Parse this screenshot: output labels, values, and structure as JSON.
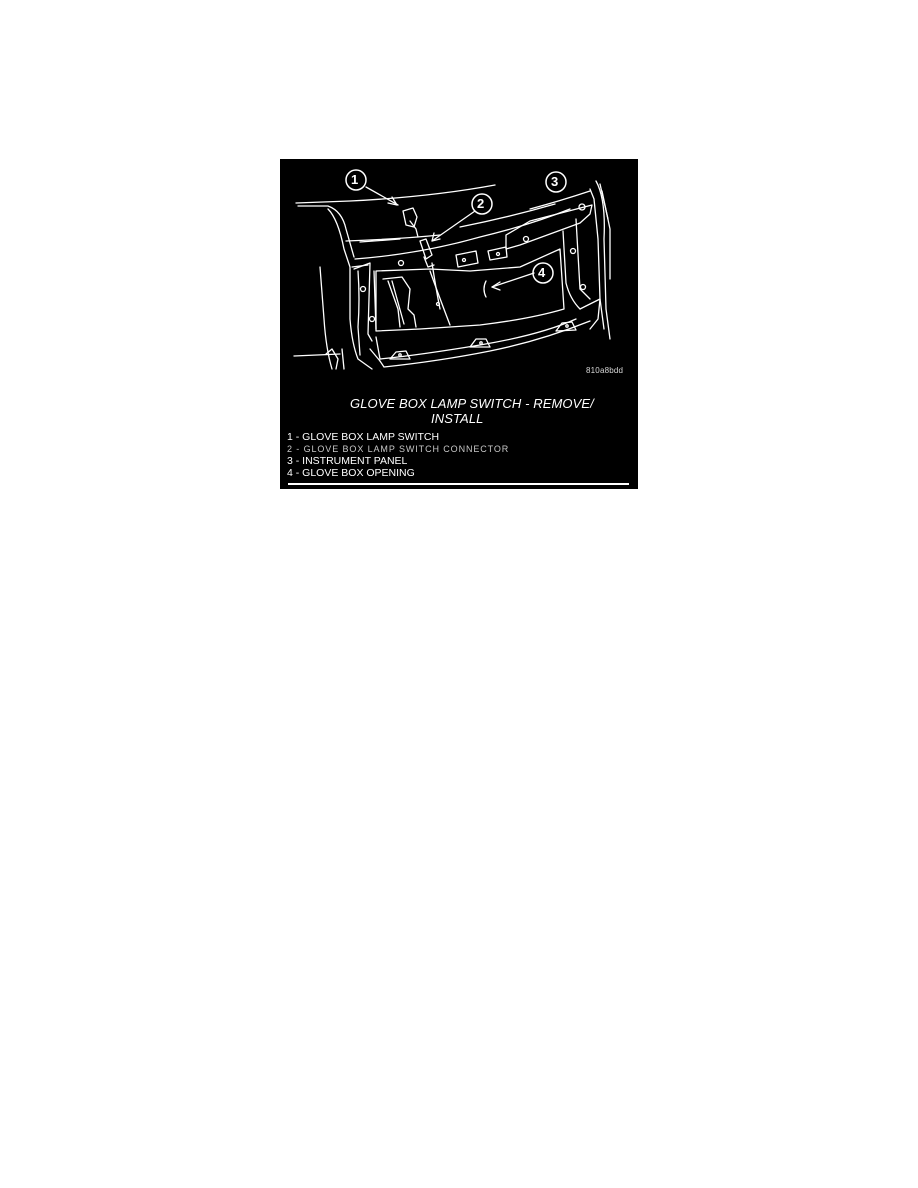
{
  "figure": {
    "image_code": "810a8bdd",
    "title_line1": "GLOVE BOX LAMP SWITCH - REMOVE/",
    "title_line2": "INSTALL",
    "callouts": [
      {
        "number": "1",
        "label": "1"
      },
      {
        "number": "2",
        "label": "2"
      },
      {
        "number": "3",
        "label": "3"
      },
      {
        "number": "4",
        "label": "4"
      }
    ],
    "legend": [
      {
        "text": "1 - GLOVE BOX LAMP SWITCH"
      },
      {
        "text": "2 - GLOVE BOX LAMP SWITCH CONNECTOR"
      },
      {
        "text": "3 - INSTRUMENT PANEL"
      },
      {
        "text": "4 - GLOVE BOX OPENING"
      }
    ],
    "colors": {
      "background": "#000000",
      "line_art": "#ffffff",
      "page": "#ffffff"
    }
  }
}
